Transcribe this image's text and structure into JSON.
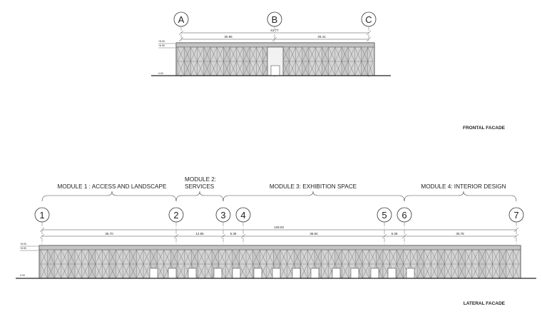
{
  "frontal": {
    "grid_labels": [
      "A",
      "B",
      "C"
    ],
    "overall_dim": "61.77",
    "bay_dims": [
      "30.96",
      "29.41"
    ],
    "level_marks": [
      "+8.00",
      "+6.90",
      "0.00"
    ],
    "caption": "FRONTAL FACADE"
  },
  "lateral": {
    "modules": [
      {
        "line1": "MODULE 1 : ACCESS AND LANDSCAPE",
        "line2": ""
      },
      {
        "line1": "MODULE 2:",
        "line2": "SERVICES"
      },
      {
        "line1": "MODULE 3: EXHIBITION SPACE",
        "line2": ""
      },
      {
        "line1": "MODULE 4: INTERIOR DESIGN",
        "line2": ""
      }
    ],
    "grid_labels": [
      "1",
      "2",
      "3",
      "4",
      "5",
      "6",
      "7"
    ],
    "overall_dim": "129.03",
    "bay_dims": [
      "36.70",
      "12.85",
      "5.39",
      "38.84",
      "5.38",
      "30.78"
    ],
    "level_marks": [
      "+8.00",
      "+6.90",
      "0.00"
    ],
    "caption": "LATERAL FACADE"
  },
  "colors": {
    "line": "#333333",
    "facade_fill": "#d4d4d4",
    "bay_fill": "#bdbdbd",
    "door_fill": "#ffffff"
  }
}
